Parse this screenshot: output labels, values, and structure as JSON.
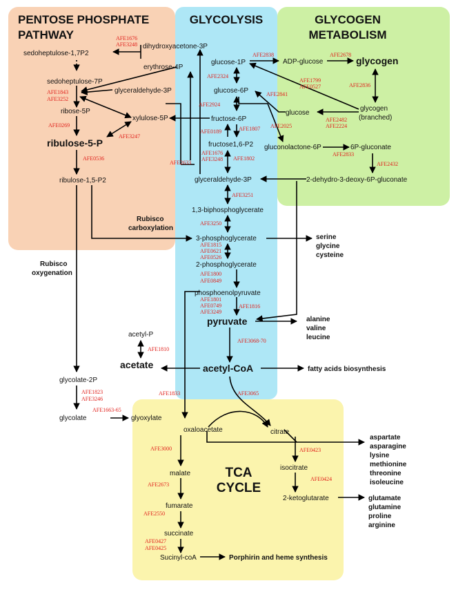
{
  "colors": {
    "pentose": "#f9d2b5",
    "glycolysis": "#aee7f6",
    "glycogen": "#cdf0a4",
    "tca": "#fbf4ad",
    "enzyme": "#e0201b",
    "line": "#000000"
  },
  "regions": {
    "pentose": [
      "PENTOSE PHOSPHATE",
      "PATHWAY"
    ],
    "glycolysis": [
      "GLYCOLYSIS"
    ],
    "glycogen": [
      "GLYCOGEN",
      "METABOLISM"
    ],
    "tca": [
      "TCA",
      "CYCLE"
    ]
  },
  "metabolites": {
    "sedoheptulose_17p": "sedoheptulose-1,7P2",
    "dihydroxyacetone_3p": "dihydroxyacetone-3P",
    "erythrose_4p": "erythrose-4P",
    "sedoheptulose_7p": "sedoheptulose-7P",
    "glyceraldehyde_3p_left": "glyceraldehyde-3P",
    "ribose_5p": "ribose-5P",
    "xylulose_5p": "xylulose-5P",
    "ribulose_5p": "ribulose-5-P",
    "ribulose_15p2": "ribulose-1,5-P2",
    "glucose_1p": "glucose-1P",
    "glucose_6p": "glucose-6P",
    "fructose_6p": "fructose-6P",
    "fructose_16p2": "fructose1,6-P2",
    "glyceraldehyde_3p": "glyceraldehyde-3P",
    "biphosphoglycerate": "1,3-biphosphoglycerate",
    "phosphoglycerate_3": "3-phosphoglycerate",
    "phosphoglycerate_2": "2-phosphoglycerate",
    "pep": "phosphoenolpyruvate",
    "pyruvate": "pyruvate",
    "acetyl_coa": "acetyl-CoA",
    "acetyl_p": "acetyl-P",
    "acetate": "acetate",
    "adp_glucose": "ADP-glucose",
    "glycogen": "glycogen",
    "glycogen_branched": [
      "glycogen",
      "(branched)"
    ],
    "glucose": "glucose",
    "gluconolactone": "gluconolactone-6P",
    "gluconate": "6P-gluconate",
    "kdpg": "2-dehydro-3-deoxy-6P-gluconate",
    "glycolate_2p": "glycolate-2P",
    "glycolate": "glycolate",
    "glyoxylate": "glyoxylate",
    "oxaloacetate": "oxaloacetate",
    "citrate": "citrate",
    "malate": "malate",
    "isocitrate": "isocitrate",
    "fumarate": "fumarate",
    "ketoglutarate": "2-ketoglutarate",
    "succinate": "succinate",
    "succinyl_coa": "Sucinyl-coA"
  },
  "process_labels": {
    "rubisco_carboxylation": [
      "Rubisco",
      "carboxylation"
    ],
    "rubisco_oxygenation": [
      "Rubisco",
      "oxygenation"
    ],
    "serine_group": [
      "serine",
      "glycine",
      "cysteine"
    ],
    "alanine_group": [
      "alanine",
      "valine",
      "leucine"
    ],
    "fatty_acids": "fatty acids biosynthesis",
    "aspartate_group": [
      "aspartate",
      "asparagine",
      "lysine",
      "methionine",
      "threonine",
      "isoleucine"
    ],
    "glutamate_group": [
      "glutamate",
      "glutamine",
      "proline",
      "arginine"
    ],
    "porphirin": "Porphirin and heme synthesis"
  },
  "enzymes": {
    "e1676_3248_top": [
      "AFE1676",
      "AFE3248"
    ],
    "e1843_3252": [
      "AFE1843",
      "AFE3252"
    ],
    "e0269": "AFE0269",
    "e3247": "AFE3247",
    "e0536": "AFE0536",
    "e2838": "AFE2838",
    "e2678": "AFE2678",
    "e2324": "AFE2324",
    "e1799_0527": [
      "AFE1799",
      "AFE0527"
    ],
    "e2836": "AFE2836",
    "e2841": "AFE2841",
    "e2924": "AFE2924",
    "e2482_2224": [
      "AFE2482",
      "AFE2224"
    ],
    "e0189": "AFE0189",
    "e1807": "AFE1807",
    "e2025": "AFE2025",
    "e1676_3248": [
      "AFE1676",
      "AFE3248"
    ],
    "e1802": "AFE1802",
    "e2633": "AFE2633",
    "e2833": "AFE2833",
    "e2432": "AFE2432",
    "e3251": "AFE3251",
    "e3250": "AFE3250",
    "e1815_0621_0526": [
      "AFE1815",
      "AFE0621",
      "AFE0526"
    ],
    "e1800_0849": [
      "AFE1800",
      "AFE0849"
    ],
    "e1801_0749_3249": [
      "AFE1801",
      "AFE0749",
      "AFE3249"
    ],
    "e1816": "AFE1816",
    "e3068": "AFE3068-70",
    "e1810": "AFE1810",
    "e1833": "AFE1833",
    "e3065": "AFE3065",
    "e1823_3246": [
      "AFE1823",
      "AFE3246"
    ],
    "e1663": "AFE1663-65",
    "e3000": "AFE3000",
    "e0423": "AFE0423",
    "e2673": "AFE2673",
    "e0424": "AFE0424",
    "e2550": "AFE2550",
    "e0427_0425": [
      "AFE0427",
      "AFE0425"
    ]
  }
}
